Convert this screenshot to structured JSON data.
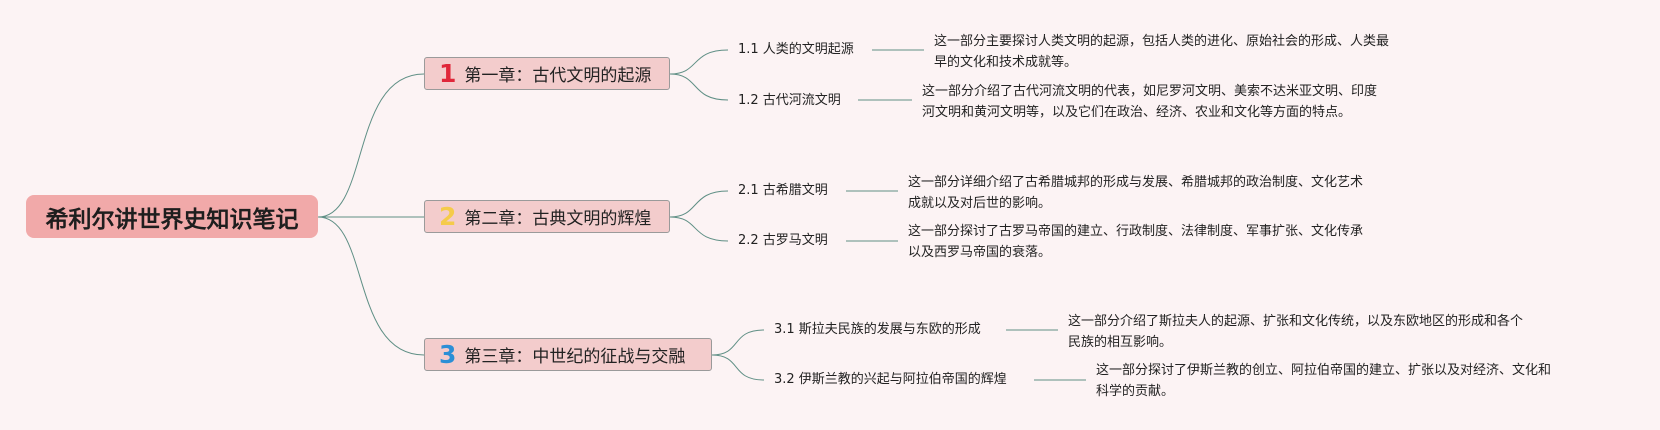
{
  "root": {
    "title": "希利尔讲世界史知识笔记"
  },
  "chapters": [
    {
      "num": "1",
      "num_color": "#e0273a",
      "title": "第一章：古代文明的起源",
      "subs": [
        {
          "label": "1.1 人类的文明起源",
          "desc": [
            "这一部分主要探讨人类文明的起源，包括人类的进化、原始社会的形成、人类最",
            "早的文化和技术成就等。"
          ]
        },
        {
          "label": "1.2 古代河流文明",
          "desc": [
            "这一部分介绍了古代河流文明的代表，如尼罗河文明、美索不达米亚文明、印度",
            "河文明和黄河文明等，以及它们在政治、经济、农业和文化等方面的特点。"
          ]
        }
      ]
    },
    {
      "num": "2",
      "num_color": "#f5cb4a",
      "title": "第二章：古典文明的辉煌",
      "subs": [
        {
          "label": "2.1 古希腊文明",
          "desc": [
            "这一部分详细介绍了古希腊城邦的形成与发展、希腊城邦的政治制度、文化艺术",
            "成就以及对后世的影响。"
          ]
        },
        {
          "label": "2.2 古罗马文明",
          "desc": [
            "这一部分探讨了古罗马帝国的建立、行政制度、法律制度、军事扩张、文化传承",
            "以及西罗马帝国的衰落。"
          ]
        }
      ]
    },
    {
      "num": "3",
      "num_color": "#2b8fd6",
      "title": "第三章：中世纪的征战与交融",
      "subs": [
        {
          "label": "3.1 斯拉夫民族的发展与东欧的形成",
          "desc": [
            "这一部分介绍了斯拉夫人的起源、扩张和文化传统，以及东欧地区的形成和各个",
            "民族的相互影响。"
          ]
        },
        {
          "label": "3.2 伊斯兰教的兴起与阿拉伯帝国的辉煌",
          "desc": [
            "这一部分探讨了伊斯兰教的创立、阿拉伯帝国的建立、扩张以及对经济、文化和",
            "科学的贡献。"
          ]
        }
      ]
    }
  ],
  "colors": {
    "background": "#fcf3f4",
    "root_fill": "#f1a9a9",
    "chapter_fill": "#f3cccc",
    "link": "#5f8f85"
  }
}
